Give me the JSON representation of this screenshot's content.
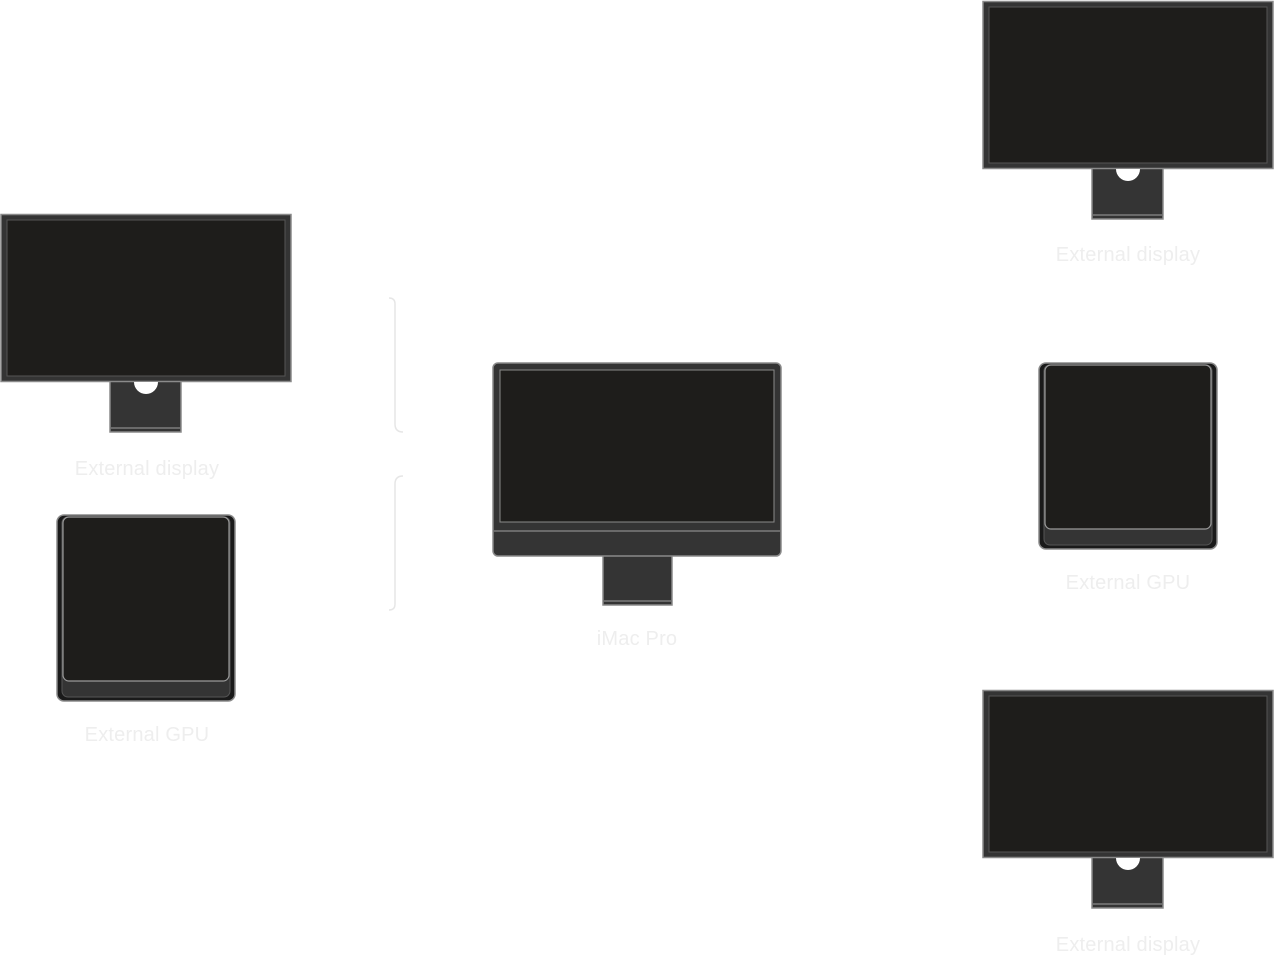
{
  "colors": {
    "screen": "#1e1d1b",
    "bezel": "#343434",
    "outline": "#8a8a8a",
    "label": "#eeeeee",
    "bracket": "#e6e6e6"
  },
  "labels": {
    "left_display": "External display",
    "left_gpu": "External GPU",
    "center": "iMac Pro",
    "right_top_display": "External display",
    "right_gpu": "External GPU",
    "right_bottom_display": "External display"
  }
}
